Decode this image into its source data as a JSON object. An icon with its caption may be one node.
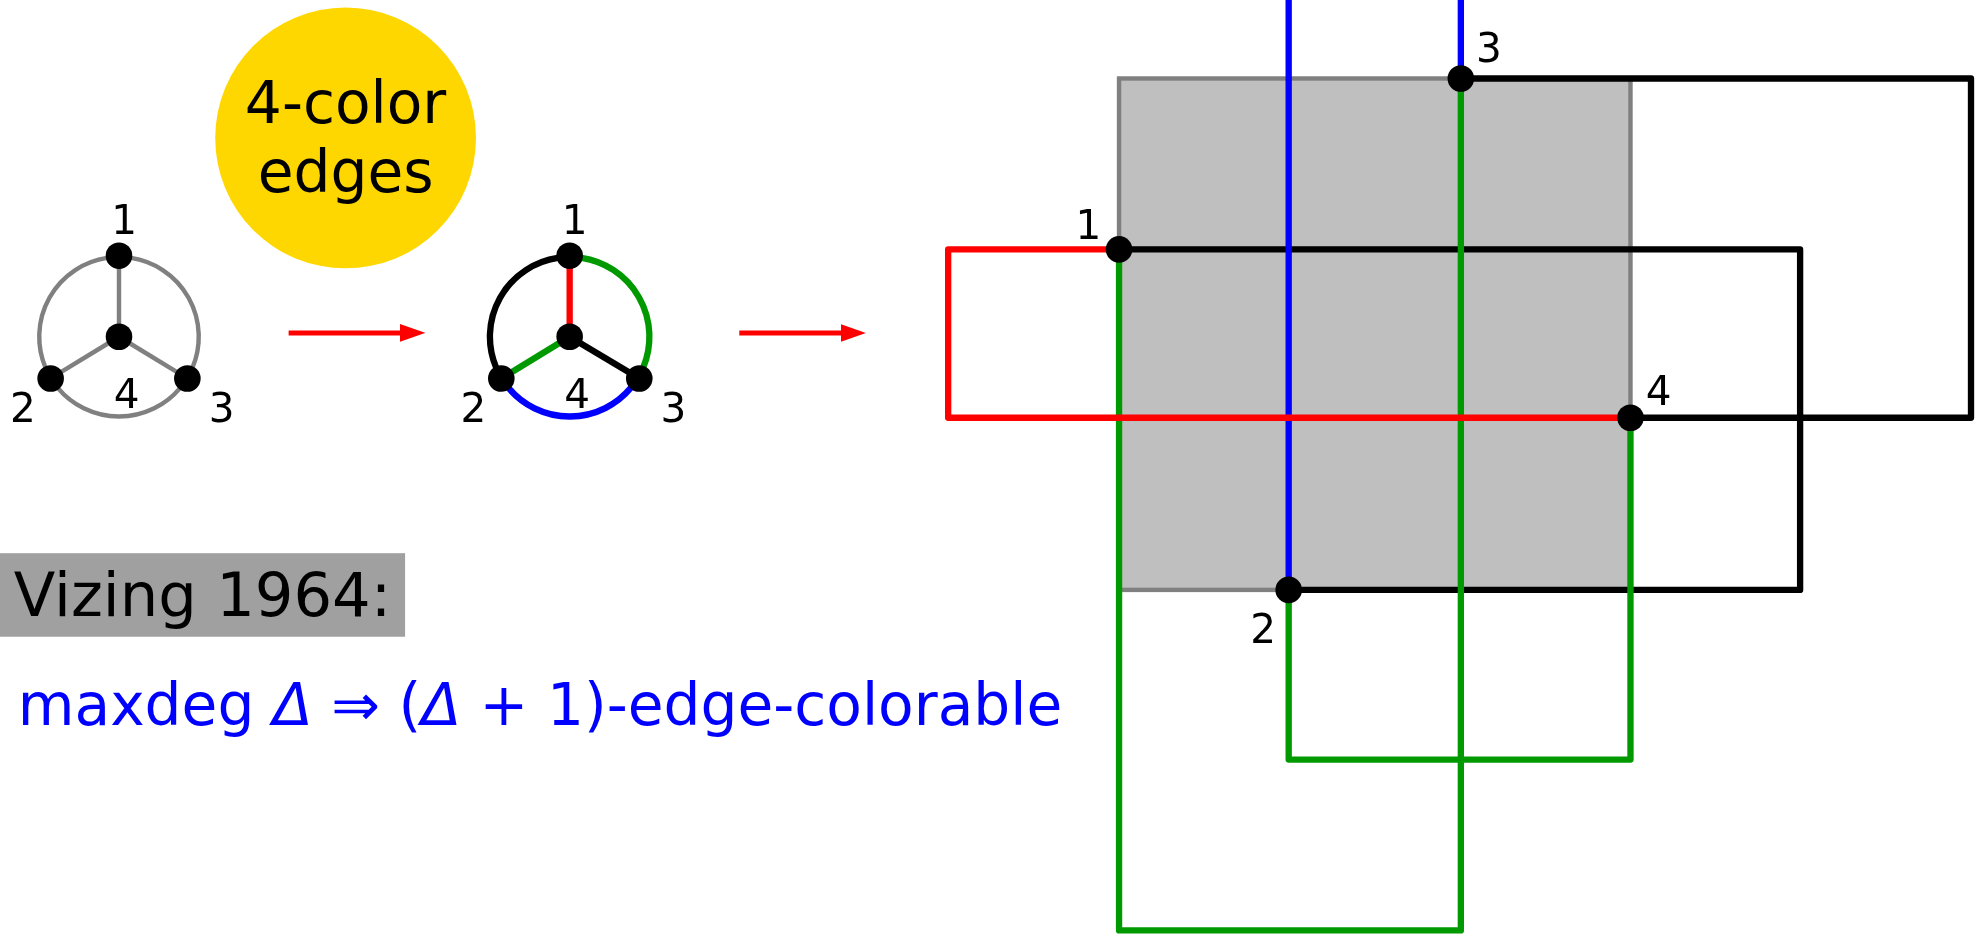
{
  "diagram": {
    "nodes": [
      {
        "text": [
          "4-color edges"
        ]
      },
      {
        "text": [],
        "shape": "circle",
        "beside": [
          "1"
        ]
      },
      {
        "text": [],
        "shape": "circle",
        "beside": [
          "2"
        ]
      },
      {
        "text": [],
        "shape": "circle",
        "beside": [
          "3"
        ]
      },
      {
        "text": [],
        "shape": "circle",
        "beside": [
          "4"
        ]
      },
      {
        "text": [],
        "shape": "circle",
        "beside": [
          "1"
        ]
      },
      {
        "text": [],
        "shape": "circle",
        "beside": [
          "2"
        ]
      },
      {
        "text": [],
        "shape": "circle",
        "beside": [
          "3"
        ]
      },
      {
        "text": [],
        "shape": "circle",
        "beside": [
          "4"
        ]
      },
      {
        "text": [],
        "shape": "circle",
        "beside": [
          "1"
        ]
      },
      {
        "text": [],
        "shape": "circle",
        "beside": [
          "2"
        ]
      },
      {
        "text": [],
        "shape": "circle",
        "beside": [
          "3"
        ]
      },
      {
        "text": [],
        "shape": "circle",
        "beside": [
          "4"
        ]
      },
      {
        "text": [
          "Vizing 1964:"
        ]
      }
    ],
    "edges": [
      {
        "from": 1,
        "to": 2,
        "arrow": "none",
        "color": "#808080"
      },
      {
        "from": 1,
        "to": 3,
        "arrow": "none",
        "color": "#808080"
      },
      {
        "from": 2,
        "to": 3,
        "arrow": "none",
        "color": "#808080"
      },
      {
        "from": 1,
        "to": 4,
        "arrow": "none",
        "color": "#808080"
      },
      {
        "from": 2,
        "to": 4,
        "arrow": "none",
        "color": "#808080"
      },
      {
        "from": 3,
        "to": 4,
        "arrow": "none",
        "color": "#808080"
      },
      {
        "from": 5,
        "to": 6,
        "arrow": "none",
        "color": "#000000"
      },
      {
        "from": 5,
        "to": 7,
        "arrow": "none",
        "color": "#009900"
      },
      {
        "from": 6,
        "to": 7,
        "arrow": "none",
        "color": "#0000ff"
      },
      {
        "from": 5,
        "to": 8,
        "arrow": "none",
        "color": "#ff0000"
      },
      {
        "from": 6,
        "to": 8,
        "arrow": "none",
        "color": "#009900"
      },
      {
        "from": 7,
        "to": 8,
        "arrow": "none",
        "color": "#000000"
      },
      {
        "from": 9,
        "to": 10,
        "arrow": "none",
        "color": "#000000"
      },
      {
        "from": 9,
        "to": 11,
        "arrow": "none",
        "color": "#009900"
      },
      {
        "from": 10,
        "to": 11,
        "arrow": "none",
        "color": "#0000ff"
      },
      {
        "from": 9,
        "to": 12,
        "arrow": "none",
        "color": "#ff0000"
      },
      {
        "from": 10,
        "to": 12,
        "arrow": "none",
        "color": "#009900"
      },
      {
        "from": 11,
        "to": 12,
        "arrow": "none",
        "color": "#000000"
      }
    ],
    "labels": [
      "maxdeg *Δ* ⇒ (*Δ* + 1)-edge-colorable"
    ]
  }
}
